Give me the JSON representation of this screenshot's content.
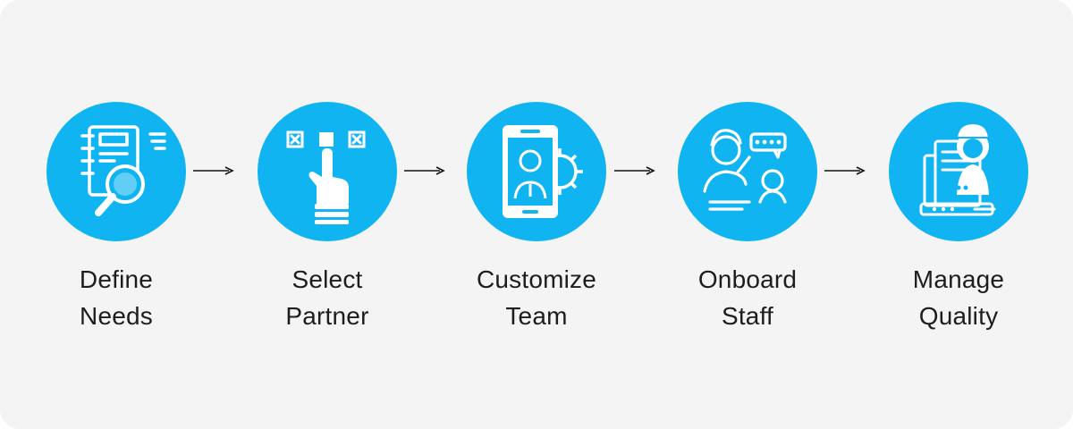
{
  "steps": [
    {
      "line1": "Define",
      "line2": "Needs"
    },
    {
      "line1": "Select",
      "line2": "Partner"
    },
    {
      "line1": "Customize",
      "line2": "Team"
    },
    {
      "line1": "Onboard",
      "line2": "Staff"
    },
    {
      "line1": "Manage",
      "line2": "Quality"
    }
  ],
  "colors": {
    "circle": "#10b4f0",
    "background": "#f4f4f5",
    "text": "#1d1d1f",
    "arrow": "#111111"
  },
  "icons": [
    "notebook-search-icon",
    "hand-select-icon",
    "phone-profile-gear-icon",
    "chat-people-icon",
    "document-worker-icon"
  ]
}
